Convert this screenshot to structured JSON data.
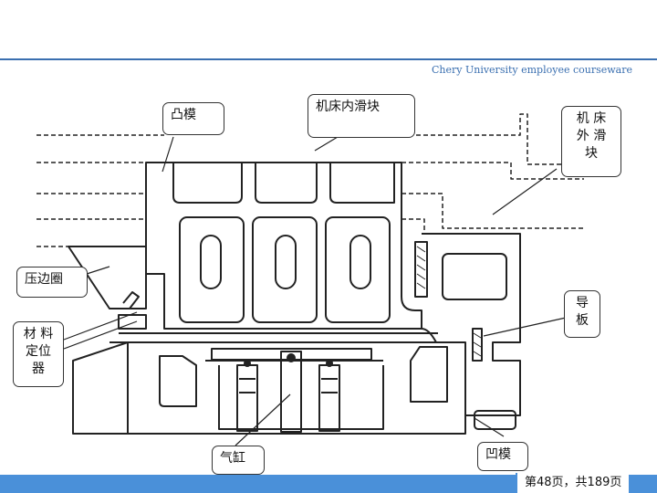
{
  "header": {
    "title": "Chery University employee courseware"
  },
  "labels": {
    "punch": "凸模",
    "inner_slide": "机床内滑块",
    "outer_slide": "机 床\n外 滑\n块",
    "blank_holder": "压边圈",
    "locator": "材 料\n定位\n器",
    "guide_plate": "导\n板",
    "cylinder": "气缸",
    "die": "凹模"
  },
  "footer": {
    "page_counter": "第48页，共189页"
  },
  "colors": {
    "accent": "#3a6fb0",
    "footer_bar": "#4a90d9",
    "line": "#222222"
  }
}
